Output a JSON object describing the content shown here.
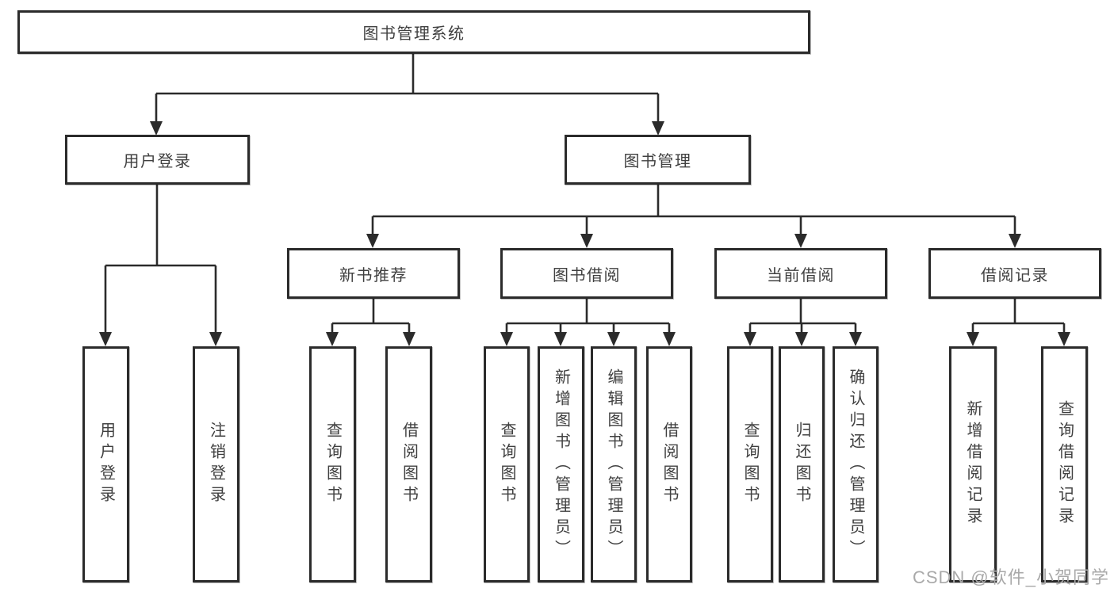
{
  "diagram": {
    "root": {
      "label": "图书管理系统"
    },
    "level2": [
      {
        "label": "用户登录"
      },
      {
        "label": "图书管理"
      }
    ],
    "level3": [
      {
        "label": "新书推荐"
      },
      {
        "label": "图书借阅"
      },
      {
        "label": "当前借阅"
      },
      {
        "label": "借阅记录"
      }
    ],
    "leaves": {
      "user_login": [
        {
          "label": "用户登录"
        },
        {
          "label": "注销登录"
        }
      ],
      "new_book_recommend": [
        {
          "label": "查询图书"
        },
        {
          "label": "借阅图书"
        }
      ],
      "book_borrowing": [
        {
          "label": "查询图书"
        },
        {
          "label": "新增图书（管理员）"
        },
        {
          "label": "编辑图书（管理员）"
        },
        {
          "label": "借阅图书"
        }
      ],
      "current_borrowing": [
        {
          "label": "查询图书"
        },
        {
          "label": "归还图书"
        },
        {
          "label": "确认归还（管理员）"
        }
      ],
      "borrowing_records": [
        {
          "label": "新增借阅记录"
        },
        {
          "label": "查询借阅记录"
        }
      ]
    }
  },
  "watermark": {
    "text": "CSDN @软件_小贺同学"
  },
  "colors": {
    "line": "#2b2b2b",
    "text": "#404040",
    "watermark": "#a9a9a9",
    "background": "#ffffff"
  }
}
